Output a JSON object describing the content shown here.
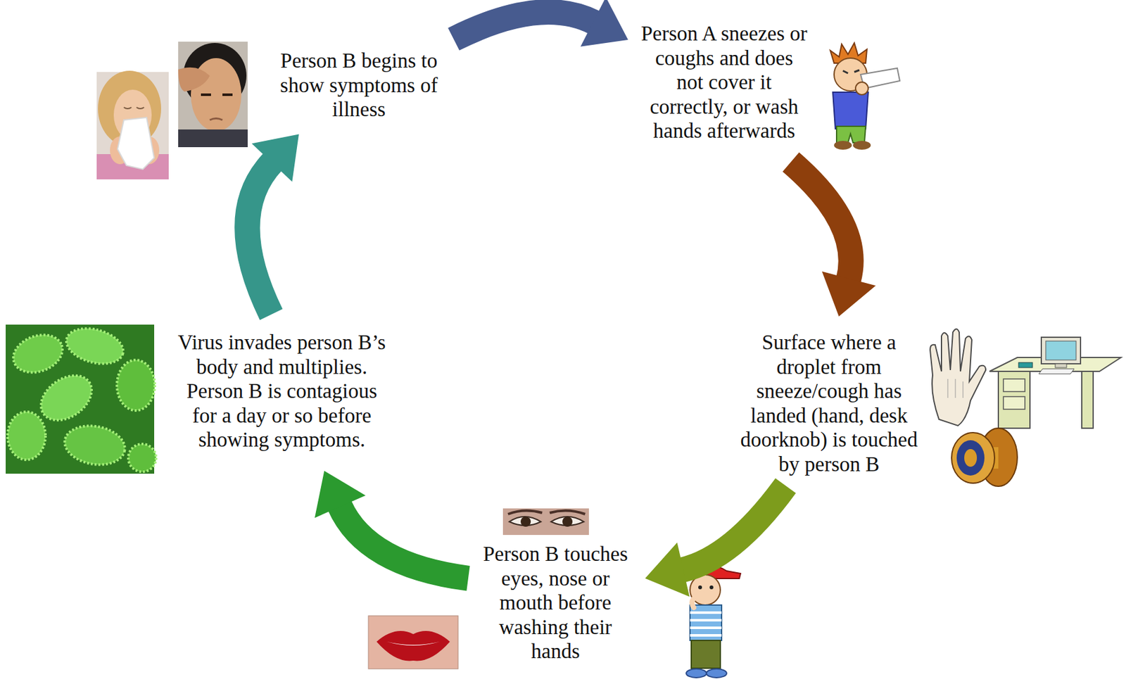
{
  "diagram": {
    "nodes": [
      {
        "text": [
          "Person B begins to show symptoms of illness"
        ]
      },
      {
        "text": [
          "Person A sneezes or coughs and does not cover it correctly, or wash hands afterwards"
        ]
      },
      {
        "text": [
          "Virus invades person B’s body and multiplies. Person B is contagious for a day or so before showing symptoms."
        ]
      },
      {
        "text": [
          "Surface where a droplet from sneeze/cough has landed (hand, desk doorknob) is touched by person B"
        ]
      },
      {
        "text": [
          "Person B touches eyes, nose or mouth before washing their hands"
        ]
      }
    ],
    "edges": [
      {
        "from": 1,
        "to": 3,
        "arrow": "to"
      },
      {
        "from": 3,
        "to": 4,
        "arrow": "to"
      },
      {
        "from": 4,
        "to": 2,
        "arrow": "to"
      },
      {
        "from": 2,
        "to": 0,
        "arrow": "to"
      },
      {
        "from": 0,
        "to": 1,
        "arrow": "to"
      }
    ]
  }
}
